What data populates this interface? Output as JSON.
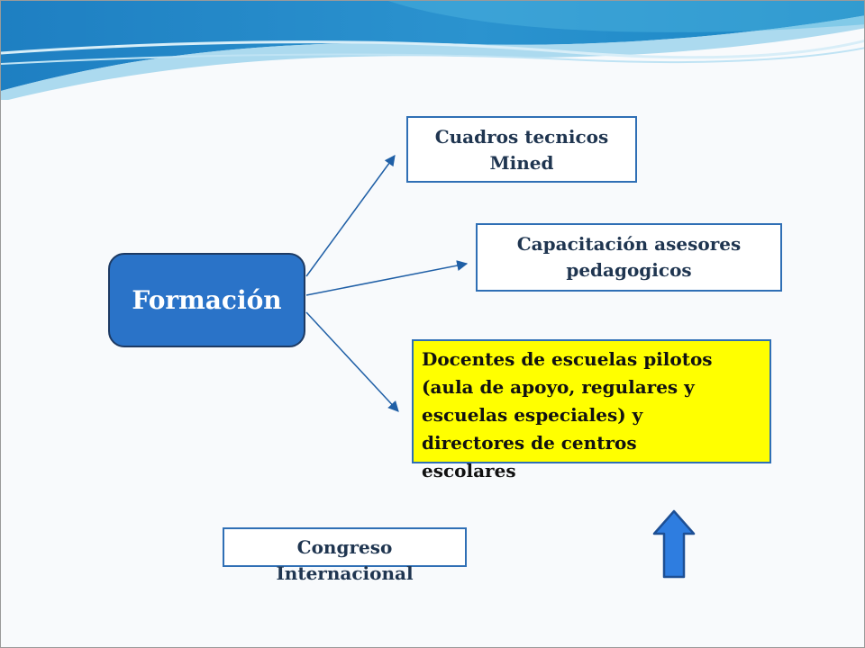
{
  "diagram": {
    "center": {
      "label": "Formación"
    },
    "nodes": {
      "cuadros": {
        "line1": "Cuadros tecnicos",
        "line2": "Mined"
      },
      "capacitacion": {
        "line1": "Capacitación asesores",
        "line2": "pedagogicos"
      },
      "docentes": {
        "lines": [
          "Docentes de escuelas  pilotos",
          "(aula de apoyo, regulares y",
          "escuelas  especiales) y",
          "directores  de centros",
          "escolares"
        ]
      },
      "congreso": {
        "line1": "Congreso",
        "line2": "Internacional"
      }
    }
  },
  "colors": {
    "center_fill": "#2a73c8",
    "highlight_fill": "#ffff00",
    "border": "#2f6fb5",
    "connector": "#1f5fa6"
  },
  "icons": {
    "banner": "decorative-wave-banner",
    "up_arrow": "up-arrow-icon"
  }
}
